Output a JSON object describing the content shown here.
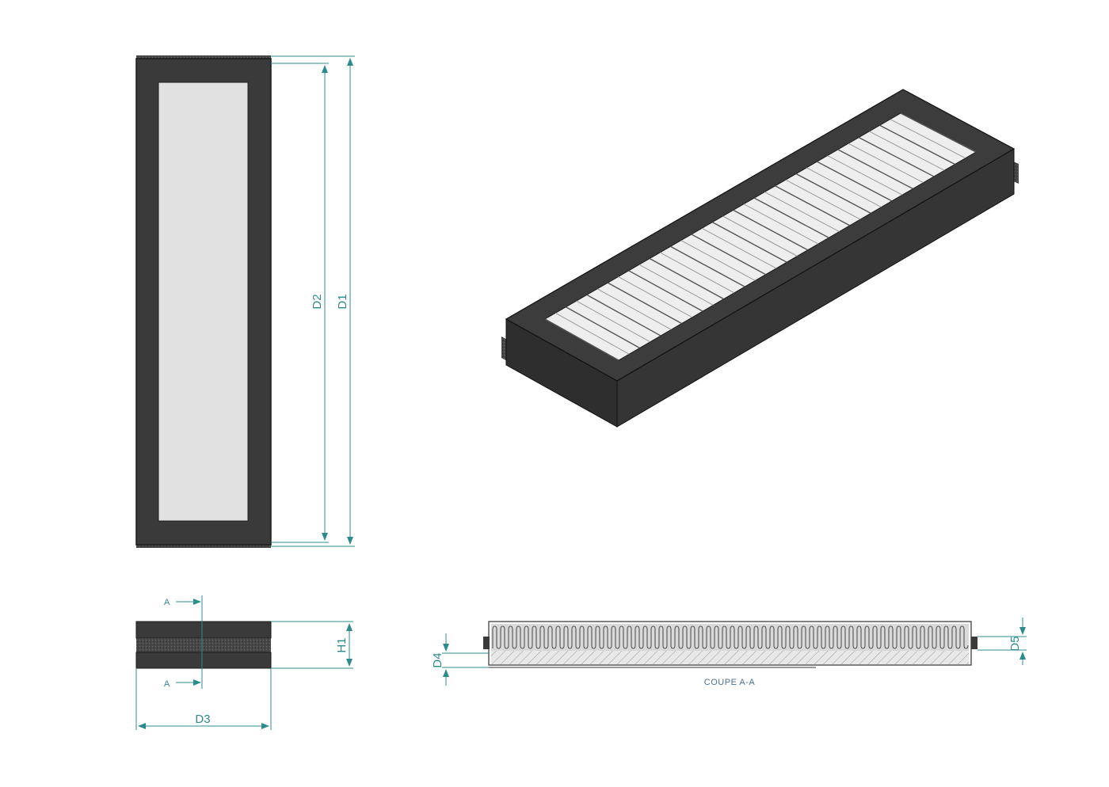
{
  "colors": {
    "frame": "#3a3a3a",
    "frame_dark": "#2b2b2b",
    "foam": "#444444",
    "window": "#e1e1e1",
    "dimension": "#2c8c8c",
    "section_fill": "#cfcfcf"
  },
  "dimensions": {
    "d1": "D1",
    "d2": "D2",
    "d3": "D3",
    "d4": "D4",
    "d5": "D5",
    "h1": "H1"
  },
  "section": {
    "marker_top": "A",
    "marker_bottom": "A",
    "caption": "COUPE A-A"
  }
}
